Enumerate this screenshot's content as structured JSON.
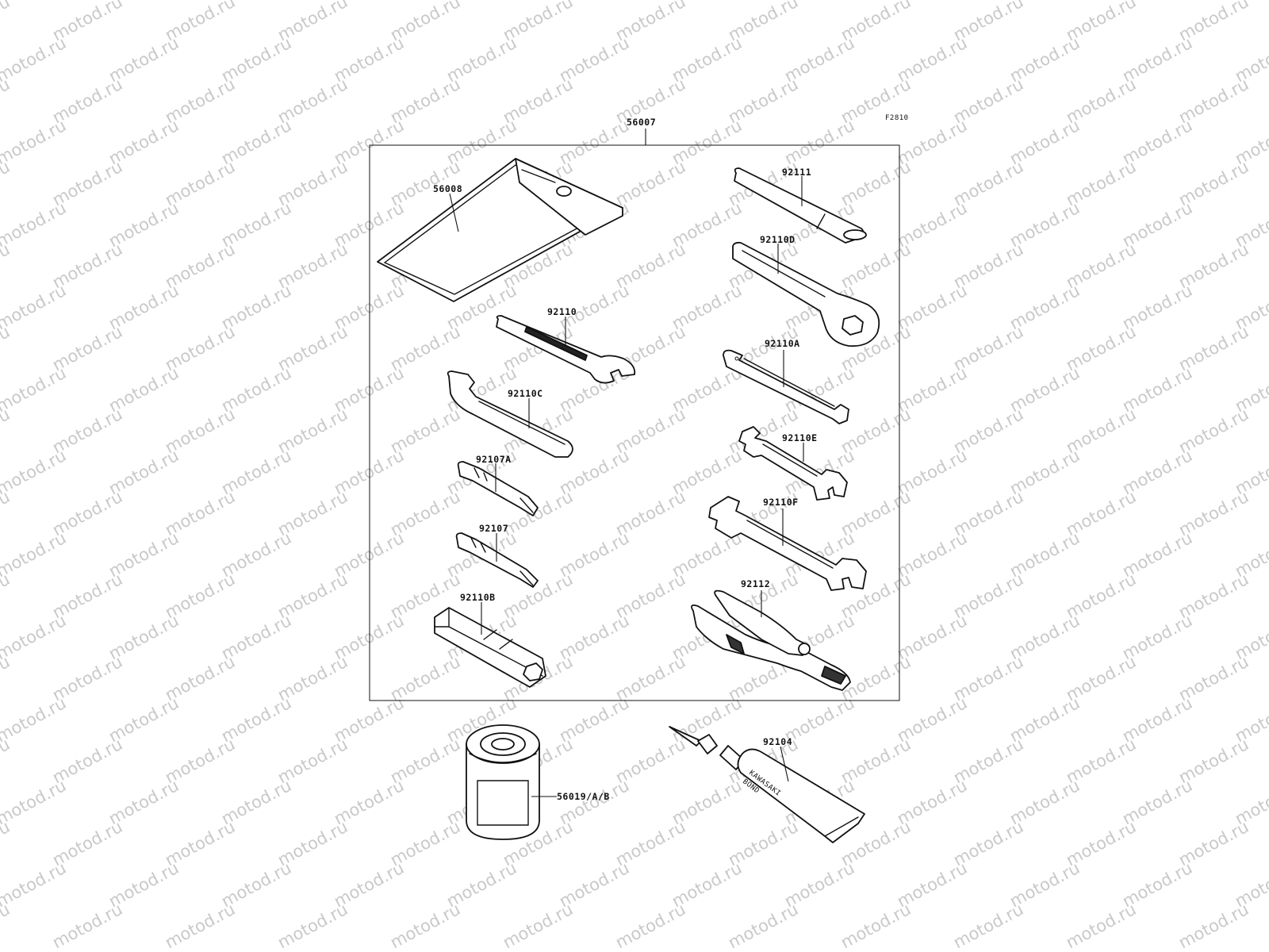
{
  "diagram": {
    "figure_code": "F2810",
    "watermark_text": "motod.ru",
    "parts": [
      {
        "id": "p-56007",
        "number": "56007",
        "item": "toolkit-frame"
      },
      {
        "id": "p-56008",
        "number": "56008",
        "item": "tool-bag"
      },
      {
        "id": "p-92111",
        "number": "92111",
        "item": "handle-bar"
      },
      {
        "id": "p-92110d",
        "number": "92110D",
        "item": "ring-wrench"
      },
      {
        "id": "p-92110",
        "number": "92110",
        "item": "open-wrench"
      },
      {
        "id": "p-92110a",
        "number": "92110A",
        "item": "spoke-wrench"
      },
      {
        "id": "p-92110c",
        "number": "92110C",
        "item": "hook-wrench"
      },
      {
        "id": "p-92110e",
        "number": "92110E",
        "item": "double-open-wrench-small"
      },
      {
        "id": "p-92107a",
        "number": "92107A",
        "item": "screwdriver-bit-a"
      },
      {
        "id": "p-92110f",
        "number": "92110F",
        "item": "double-open-wrench-large"
      },
      {
        "id": "p-92107",
        "number": "92107",
        "item": "screwdriver-bit"
      },
      {
        "id": "p-92112",
        "number": "92112",
        "item": "pliers"
      },
      {
        "id": "p-92110b",
        "number": "92110B",
        "item": "plug-socket-wrench"
      },
      {
        "id": "p-56019",
        "number": "56019/A/B",
        "item": "oil-filter"
      },
      {
        "id": "p-92104",
        "number": "92104",
        "item": "bond-tube"
      }
    ],
    "bond_tube_print": [
      "KAWASAKI",
      "BOND"
    ]
  }
}
